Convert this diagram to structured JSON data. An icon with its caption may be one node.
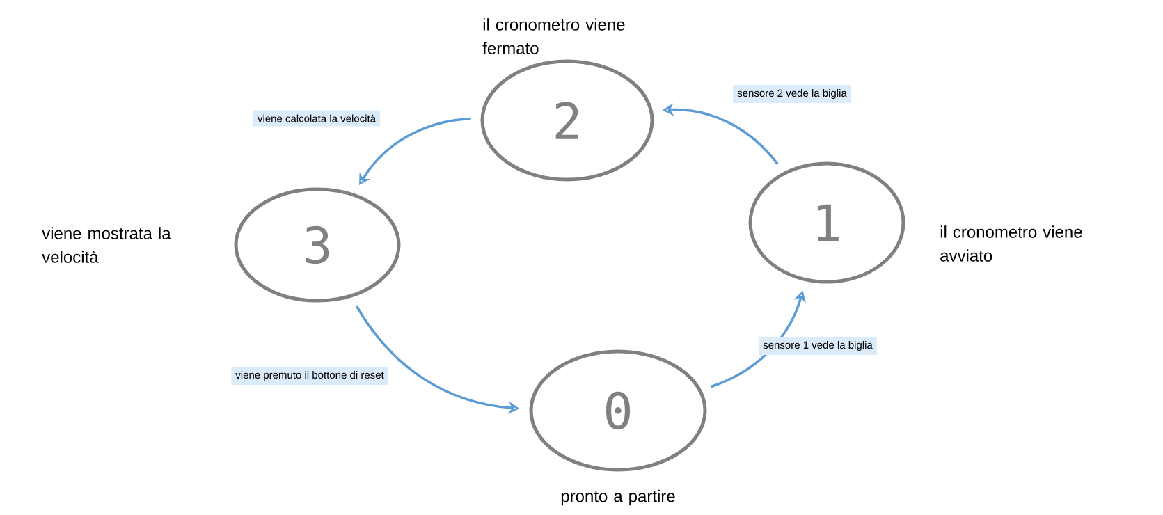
{
  "diagram": {
    "nodes": [
      {
        "text": [
          "2"
        ],
        "beside": [
          "il cronometro viene fermato"
        ]
      },
      {
        "text": [
          "3"
        ],
        "beside": [
          "viene mostrata la velocità"
        ]
      },
      {
        "text": [
          "1"
        ],
        "beside": [
          "il cronometro viene avviato"
        ]
      },
      {
        "text": [
          "0"
        ],
        "beside": [
          "pronto a partire"
        ]
      }
    ],
    "edges": [
      {
        "from": 3,
        "to": 2,
        "arrow": "to",
        "label": "sensore 1 vede la biglia"
      },
      {
        "from": 2,
        "to": 0,
        "arrow": "to",
        "label": "sensore 2 vede la biglia"
      },
      {
        "from": 0,
        "to": 1,
        "arrow": "to",
        "label": "viene calcolata la velocità"
      },
      {
        "from": 1,
        "to": 3,
        "arrow": "to",
        "label": "viene premuto il bottone di reset"
      }
    ]
  }
}
